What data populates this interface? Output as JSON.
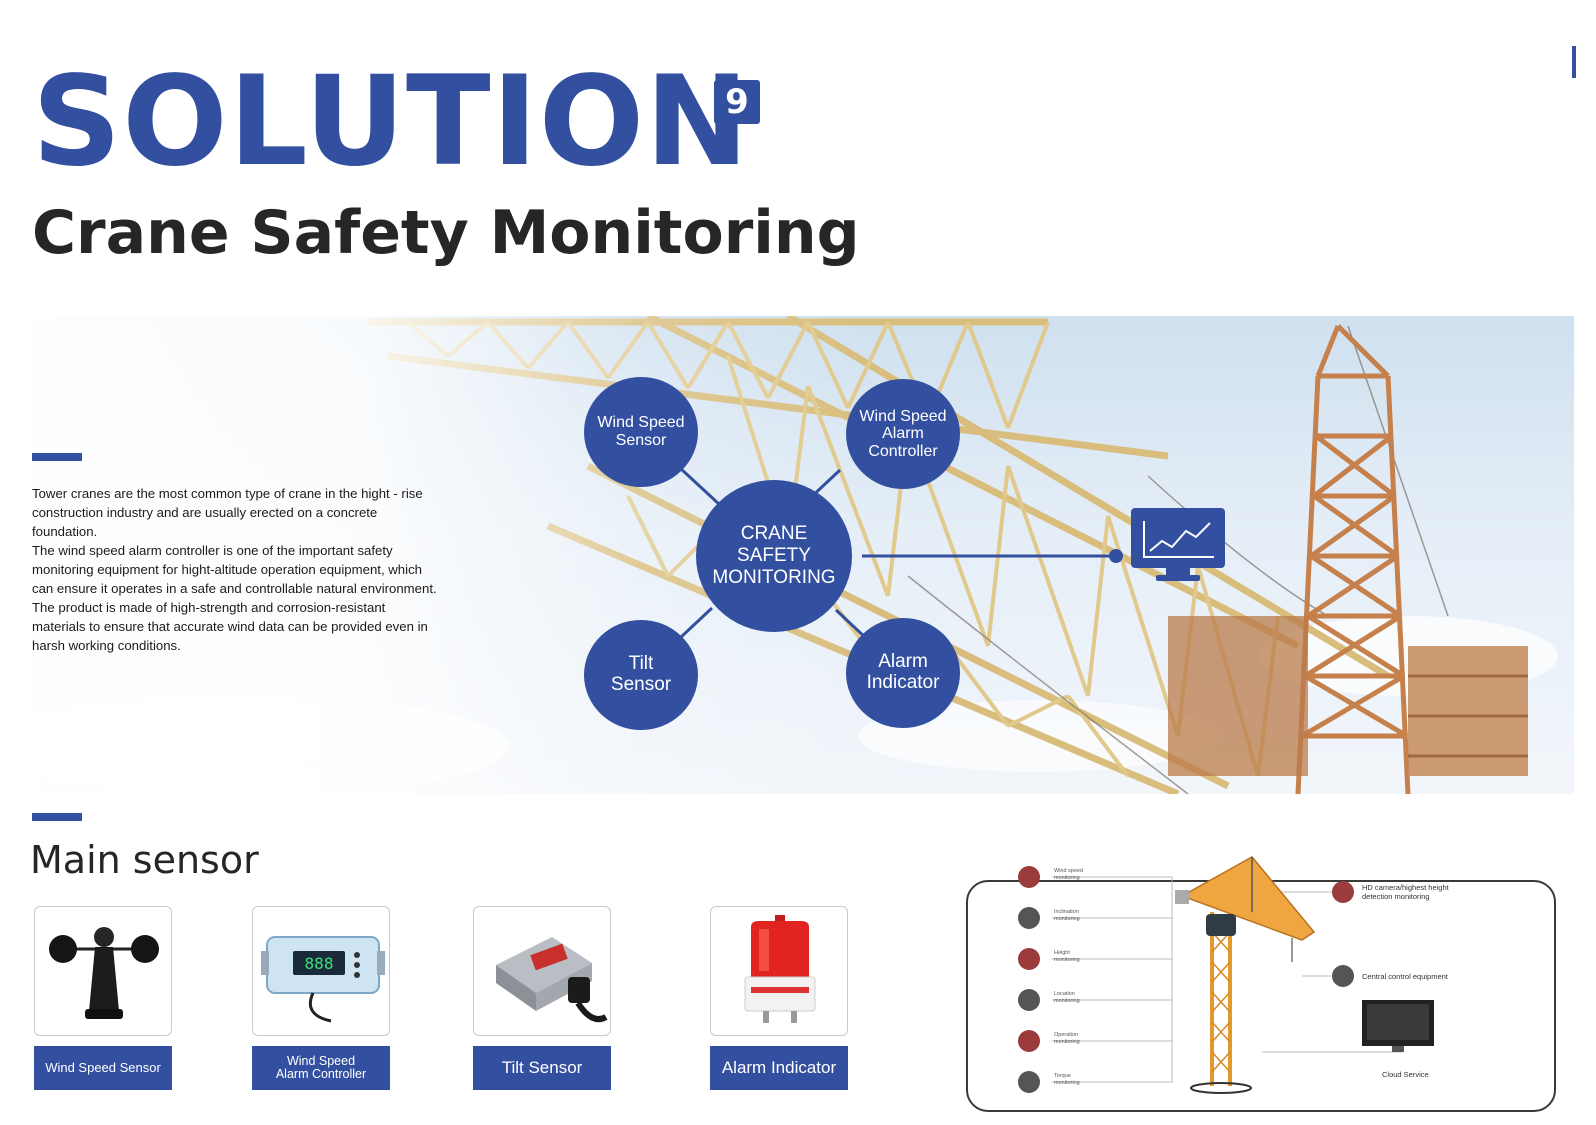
{
  "header": {
    "brand_word": "SOLUTION",
    "brand_number": "9",
    "subtitle": "Crane Safety Monitoring"
  },
  "intro": {
    "paragraphs": [
      "Tower cranes are the most common type of crane in  the hight - rise construction industry and are usually erected on a concrete foundation.",
      "The wind speed alarm controller is one of the important safety monitoring equipment for hight-altitude operation equipment, which can ensure it operates in a safe and controllable natural environment.",
      "The product is made of high-strength and corrosion-resistant materials to ensure that accurate wind data can be provided even in harsh working conditions."
    ]
  },
  "hub": {
    "center": "CRANE\nSAFETY\nMONITORING",
    "nodes": {
      "wind_speed_sensor": "Wind Speed\nSensor",
      "wind_speed_alarm_controller": "Wind Speed\nAlarm\nController",
      "tilt_sensor": "Tilt\nSensor",
      "alarm_indicator": "Alarm\nIndicator"
    }
  },
  "main_sensor": {
    "title": "Main sensor",
    "products": [
      {
        "label": "Wind Speed Sensor",
        "icon": "anemometer-icon"
      },
      {
        "label": "Wind Speed\nAlarm Controller",
        "icon": "alarm-controller-icon"
      },
      {
        "label": "Tilt Sensor",
        "icon": "tilt-sensor-icon"
      },
      {
        "label": "Alarm Indicator",
        "icon": "warning-light-icon"
      }
    ]
  },
  "diagram": {
    "left_items": [
      "Wind speed\nmonitoring",
      "Inclination\nmonitoring",
      "Height\nmonitoring",
      "Location\nmonitoring",
      "Operation\nmonitoring",
      "Torque\nmonitoring"
    ],
    "camera_label": "HD camera/highest height\ndetection monitoring",
    "control_label": "Central control equipment",
    "cloud_label": "Cloud Service"
  },
  "colors": {
    "brand_blue": "#3350a0",
    "crane_yellow": "#e2c98c",
    "crane_orange": "#c6804c"
  }
}
